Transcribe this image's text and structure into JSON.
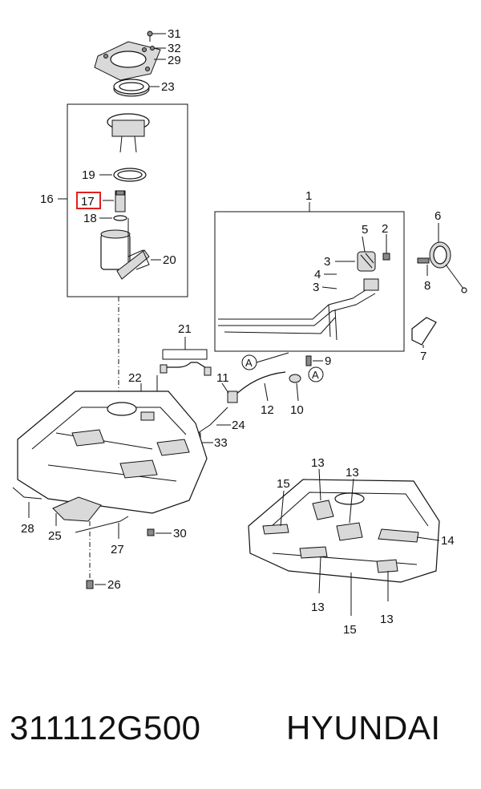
{
  "diagram": {
    "callouts": {
      "c31": "31",
      "c32": "32",
      "c29": "29",
      "c23": "23",
      "c16": "16",
      "c19": "19",
      "c17": "17",
      "c18": "18",
      "c20": "20",
      "c1": "1",
      "c5": "5",
      "c2": "2",
      "c6": "6",
      "c3a": "3",
      "c4": "4",
      "c3b": "3",
      "c8": "8",
      "c7": "7",
      "c9": "9",
      "cA1": "A",
      "cA2": "A",
      "c21": "21",
      "c22": "22",
      "c11": "11",
      "c12": "12",
      "c10": "10",
      "c24": "24",
      "c33": "33",
      "c28": "28",
      "c25": "25",
      "c27": "27",
      "c30": "30",
      "c26": "26",
      "c13a": "13",
      "c13b": "13",
      "c15a": "15",
      "c14": "14",
      "c13c": "13",
      "c15b": "15",
      "c13d": "13"
    },
    "highlight_color": "#e02020"
  },
  "footer": {
    "part_number": "311112G500",
    "brand": "HYUNDAI"
  }
}
